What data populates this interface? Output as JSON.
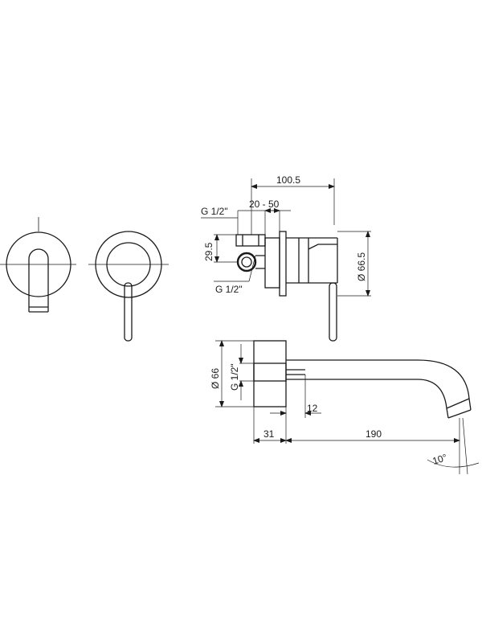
{
  "dimensions": {
    "overall_depth": "100.5",
    "wall_range": "20 - 50",
    "inlet_thread_top": "G  1/2\"",
    "inlet_thread_bottom": "G  1/2\"",
    "inlet_offset": "29.5",
    "plate_diameter_mixer": "Ø 66.5",
    "plate_diameter_spout": "Ø 66",
    "spout_thread": "G  1/2\"",
    "spout_nipple": "12",
    "spout_plate_depth": "31",
    "spout_length": "190",
    "spout_angle": "10°"
  }
}
